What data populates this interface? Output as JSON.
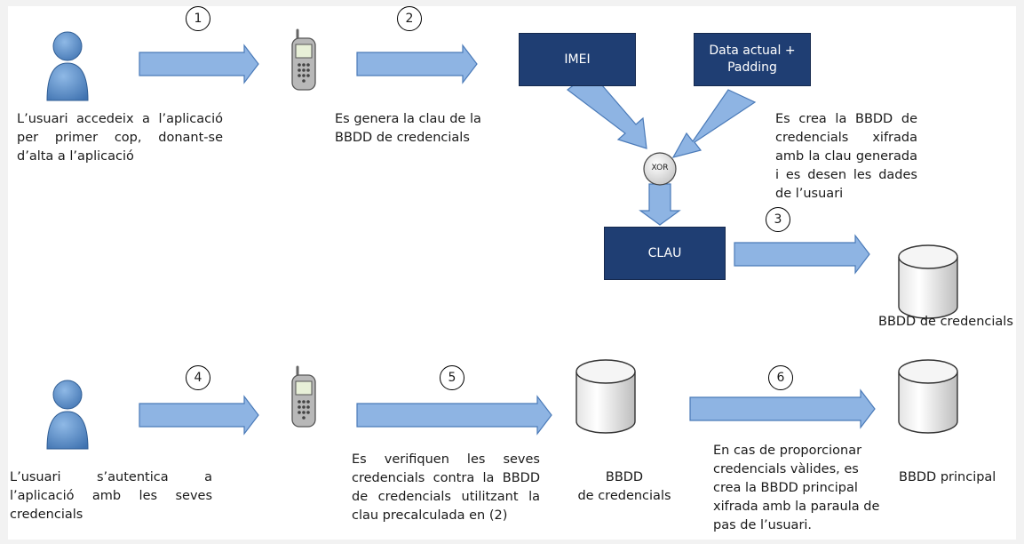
{
  "colors": {
    "arrow_fill": "#8eb4e3",
    "arrow_stroke": "#4a7ab8",
    "box_fill": "#1f3e73",
    "user_icon": "#5b8fc9"
  },
  "steps": [
    "1",
    "2",
    "3",
    "4",
    "5",
    "6"
  ],
  "boxes": {
    "imei": "IMEI",
    "date_line1": "Data actual +",
    "date_line2": "Padding",
    "xor": "XOR",
    "clau": "CLAU"
  },
  "captions": {
    "user_signup": "L’usuari accedeix a l’aplicació per primer cop, donant-se d’alta a l’aplicació",
    "key_generated": "Es genera la clau de la BBDD de credencials",
    "create_db": "Es crea la BBDD de credencials xifrada amb la clau generada i es desen les dades de l’usuari",
    "cred_db_top": "BBDD de credencials",
    "user_auth": "L’usuari s’autentica a l’aplicació amb les seves credencials",
    "verify": "Es verifiquen les seves credencials contra la BBDD de credencials utilitzant la clau precalculada en (2)",
    "cred_db_bottom_line1": "BBDD",
    "cred_db_bottom_line2": "de credencials",
    "valid_creds": "En cas de proporcionar credencials vàlides, es crea la BBDD principal xifrada amb la paraula de pas de l’usuari.",
    "main_db": "BBDD principal"
  },
  "icons": {
    "user": "user-icon",
    "phone": "mobile-phone-icon",
    "database": "database-cylinder-icon",
    "arrow": "block-arrow-icon"
  }
}
